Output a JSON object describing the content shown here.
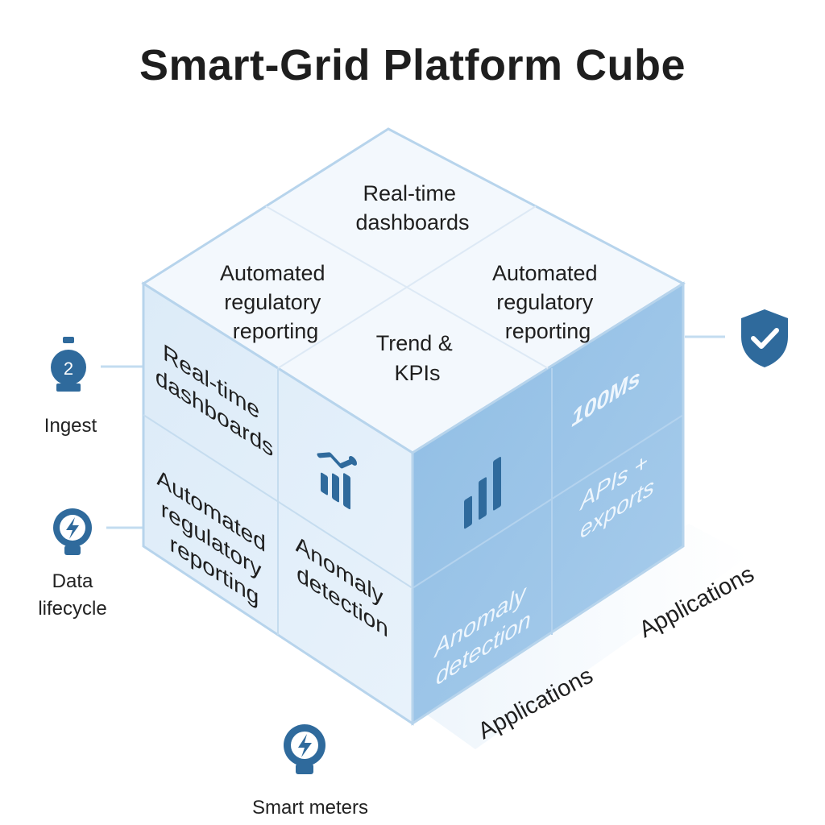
{
  "title": "Smart-Grid Platform Cube",
  "top_face": {
    "back": [
      "Real-time",
      "dashboards"
    ],
    "left": [
      "Automated",
      "regulatory",
      "reporting"
    ],
    "right": [
      "Automated",
      "regulatory",
      "reporting"
    ],
    "front": [
      "Trend &",
      "KPIs"
    ]
  },
  "left_face": {
    "top_left": [
      "Real-time",
      "dashboards"
    ],
    "top_right_icon": "trend-bar-chart-icon",
    "bottom_left": [
      "Automated",
      "regulatory",
      "reporting"
    ],
    "bottom_right": [
      "Anomaly",
      "detection"
    ]
  },
  "right_face": {
    "top_left_icon": "bar-chart-icon",
    "top_right": [
      "100Ms"
    ],
    "bottom_left": [
      "Anomaly",
      "detection"
    ],
    "bottom_right": [
      "APIs +",
      "exports"
    ]
  },
  "axis_labels": {
    "front_axis": "Applications",
    "right_axis": "Applications"
  },
  "left_items": [
    {
      "label": "Ingest",
      "icon": "meter-gauge-icon"
    },
    {
      "label": "Data\nlifecycle",
      "icon": "lightning-bulb-icon"
    }
  ],
  "bottom_item": {
    "label": "Smart meters",
    "icon": "lightning-bulb-icon"
  },
  "right_item": {
    "icon": "shield-check-icon"
  },
  "colors": {
    "accent": "#2f6a9c",
    "top_face": "#f1f7fd",
    "left_face": "#dcebf8",
    "right_face": "#96c2e6",
    "edge": "#a9cbe8"
  }
}
